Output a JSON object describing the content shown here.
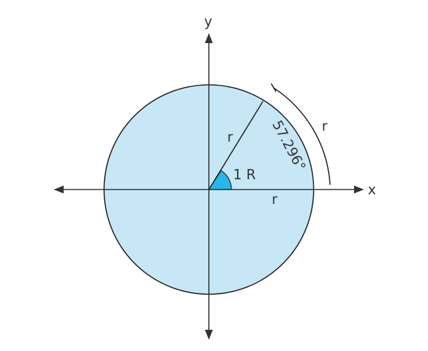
{
  "labels": {
    "y_axis": "y",
    "x_axis": "x",
    "radius_slanted": "r",
    "radius_horizontal": "r",
    "arc_length": "r",
    "angle": "1 R",
    "degrees": "57.296°"
  },
  "colors": {
    "circle_fill": "#c7e7f6",
    "angle_fill": "#29b6ea",
    "stroke": "#222222"
  }
}
